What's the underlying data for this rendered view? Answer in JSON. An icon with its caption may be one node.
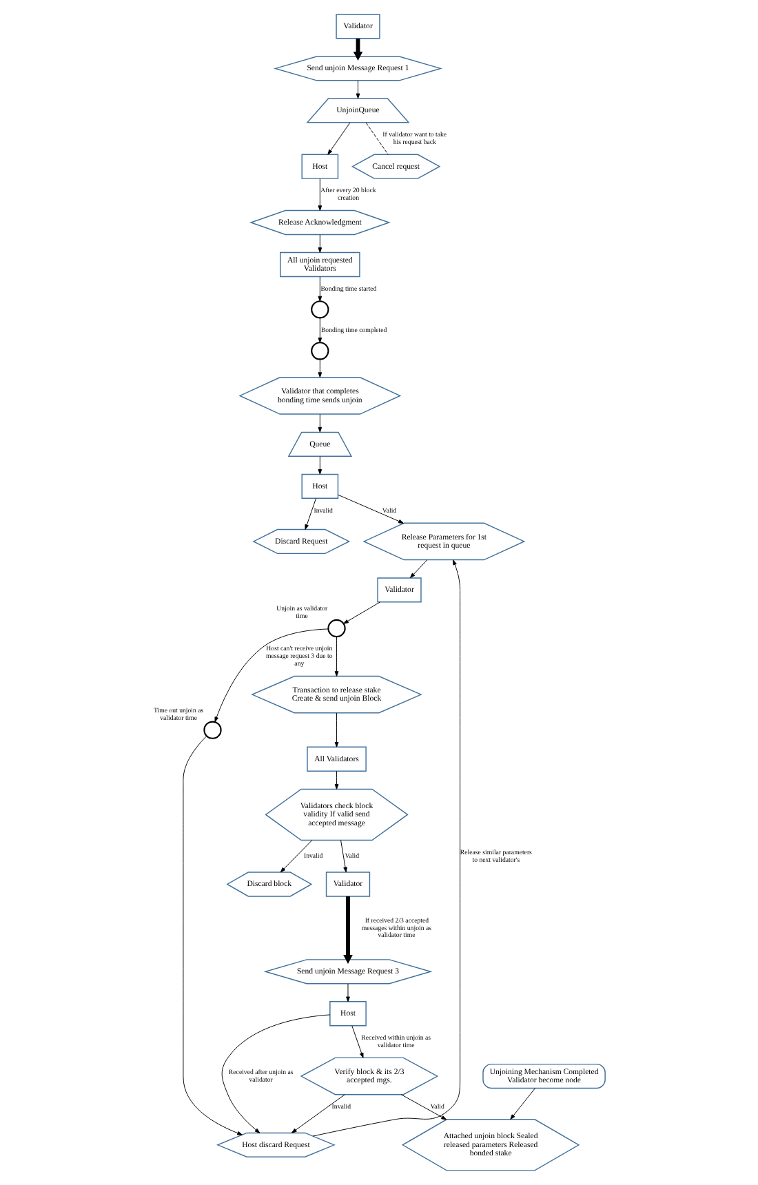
{
  "diagram": {
    "nodes": [
      {
        "text": [
          "Validator"
        ]
      },
      {
        "text": [
          "Send unjoin Message Request 1"
        ]
      },
      {
        "text": [
          "UnjoinQueue"
        ]
      },
      {
        "text": [
          "Host"
        ]
      },
      {
        "text": [
          "Cancel request"
        ]
      },
      {
        "text": [
          "Release Acknowledgment"
        ]
      },
      {
        "text": [
          "All unjoin requested Validators"
        ]
      },
      {
        "text": [],
        "shape": "clock"
      },
      {
        "text": [],
        "shape": "clock"
      },
      {
        "text": [
          "Validator that completes bonding time sends unjoin"
        ]
      },
      {
        "text": [
          "Queue"
        ]
      },
      {
        "text": [
          "Host"
        ]
      },
      {
        "text": [
          "Discard Request"
        ]
      },
      {
        "text": [
          "Release Parameters for 1st request in queue"
        ]
      },
      {
        "text": [
          "Validator"
        ]
      },
      {
        "text": [],
        "shape": "clock",
        "beside": [
          "Unjoin as validator time"
        ]
      },
      {
        "text": [
          "Transaction to release stake Create & send unjoin Block"
        ]
      },
      {
        "text": [
          "All Validators"
        ]
      },
      {
        "text": [
          "Validators check block validity If valid send accepted message"
        ]
      },
      {
        "text": [
          "Discard block"
        ]
      },
      {
        "text": [
          "Validator"
        ]
      },
      {
        "text": [
          "Send unjoin Message Request 3"
        ]
      },
      {
        "text": [],
        "shape": "clock",
        "beside": [
          "Time out unjoin as validator time"
        ]
      },
      {
        "text": [
          "Host"
        ]
      },
      {
        "text": [
          "Host discard Request"
        ]
      },
      {
        "text": [
          "Verify block & its 2/3 accepted mgs."
        ]
      },
      {
        "text": [
          "Unjoining Mechanism Completed Validator become node"
        ]
      },
      {
        "text": [
          "Attached unjoin block Sealed released parameters Released bonded stake"
        ]
      }
    ],
    "edges": [
      {
        "from": 0,
        "to": 1,
        "arrow": "to",
        "style": "thick"
      },
      {
        "from": 1,
        "to": 2,
        "arrow": "to"
      },
      {
        "from": 2,
        "to": 3,
        "arrow": "to"
      },
      {
        "from": 2,
        "to": 4,
        "arrow": "none",
        "style": "dashed",
        "label": "If validator want to take his request back"
      },
      {
        "from": 3,
        "to": 5,
        "arrow": "to",
        "label": "After every 20 block creation"
      },
      {
        "from": 5,
        "to": 6,
        "arrow": "to"
      },
      {
        "from": 6,
        "to": 7,
        "arrow": "to",
        "label": "Bonding time started"
      },
      {
        "from": 7,
        "to": 8,
        "arrow": "to",
        "label": "Bonding time completed"
      },
      {
        "from": 8,
        "to": 9,
        "arrow": "to"
      },
      {
        "from": 9,
        "to": 10,
        "arrow": "to"
      },
      {
        "from": 10,
        "to": 11,
        "arrow": "to"
      },
      {
        "from": 11,
        "to": 12,
        "arrow": "to",
        "label": "Invalid"
      },
      {
        "from": 11,
        "to": 13,
        "arrow": "to",
        "label": "Valid"
      },
      {
        "from": 13,
        "to": 14,
        "arrow": "to"
      },
      {
        "from": 14,
        "to": 15,
        "arrow": "to"
      },
      {
        "from": 15,
        "to": 16,
        "arrow": "to"
      },
      {
        "from": 15,
        "to": 22,
        "arrow": "to",
        "label": "Host can't receive unjoin message request 3 due to any"
      },
      {
        "from": 16,
        "to": 17,
        "arrow": "to"
      },
      {
        "from": 17,
        "to": 18,
        "arrow": "to"
      },
      {
        "from": 18,
        "to": 19,
        "arrow": "to",
        "label": "Invalid"
      },
      {
        "from": 18,
        "to": 20,
        "arrow": "to",
        "label": "Valid"
      },
      {
        "from": 20,
        "to": 21,
        "arrow": "to",
        "style": "thick",
        "label": "If received 2/3 accepted messages within unjoin as validator time"
      },
      {
        "from": 21,
        "to": 23,
        "arrow": "to"
      },
      {
        "from": 23,
        "to": 24,
        "arrow": "to",
        "label": "Received after unjoin as validator"
      },
      {
        "from": 22,
        "to": 24,
        "arrow": "to"
      },
      {
        "from": 23,
        "to": 25,
        "arrow": "to",
        "label": "Received within unjoin as validator time"
      },
      {
        "from": 25,
        "to": 24,
        "arrow": "to",
        "label": "Invalid"
      },
      {
        "from": 25,
        "to": 27,
        "arrow": "to",
        "label": "Valid"
      },
      {
        "from": 24,
        "to": 13,
        "arrow": "to",
        "label": "Release similar parameters to next validator's"
      },
      {
        "from": 26,
        "to": 27,
        "arrow": "to"
      }
    ]
  }
}
